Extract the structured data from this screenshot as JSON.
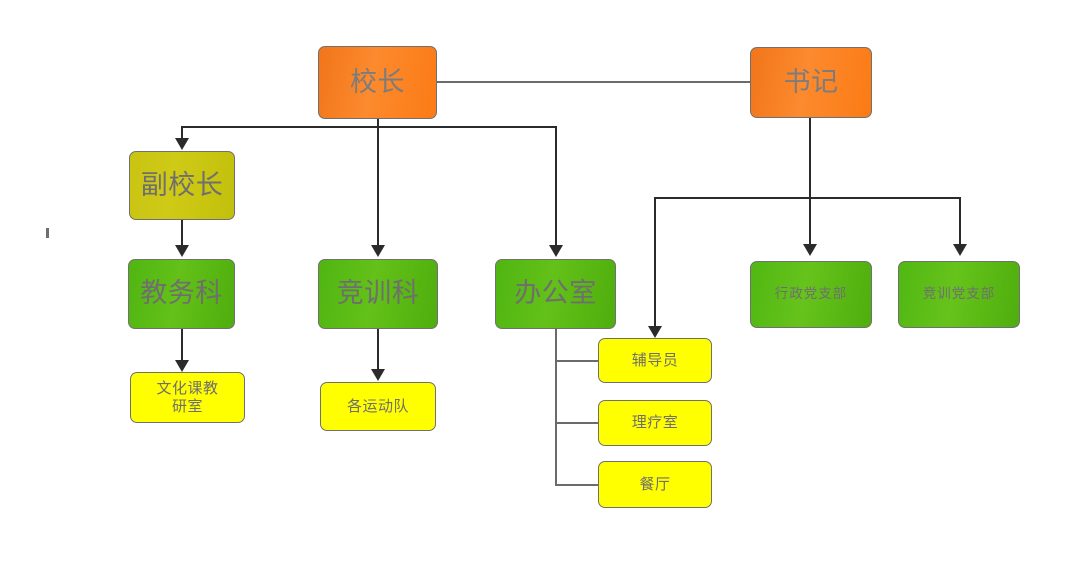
{
  "diagram": {
    "title": "school-organization-chart",
    "background": "#ffffff",
    "palette": {
      "orange": "#fb7b15",
      "olive": "#c9c312",
      "green": "#50b512",
      "yellow": "#ffff00",
      "border": "#70706e",
      "text": "#737373",
      "connector_dark": "#2b2b2b",
      "connector_grey": "#6b6b6b"
    },
    "nodes": {
      "principal": {
        "label": "校长",
        "level": "top",
        "color": "orange"
      },
      "secretary": {
        "label": "书记",
        "level": "top",
        "color": "orange"
      },
      "vice_principal": {
        "label": "副校长",
        "level": "second",
        "color": "olive"
      },
      "academic_affairs": {
        "label": "教务科",
        "level": "third",
        "color": "green"
      },
      "competition_training": {
        "label": "竞训科",
        "level": "third",
        "color": "green"
      },
      "office": {
        "label": "办公室",
        "level": "third",
        "color": "green"
      },
      "admin_party_branch": {
        "label": "行政党支部",
        "level": "third",
        "color": "green"
      },
      "training_party_branch": {
        "label": "竞训党支部",
        "level": "third",
        "color": "green"
      },
      "culture_teaching_room": {
        "label": "文化课教\n研室",
        "level": "fourth",
        "color": "yellow"
      },
      "sports_teams": {
        "label": "各运动队",
        "level": "fourth",
        "color": "yellow"
      },
      "counselor": {
        "label": "辅导员",
        "level": "fourth",
        "color": "yellow"
      },
      "physiotherapy_room": {
        "label": "理疗室",
        "level": "fourth",
        "color": "yellow"
      },
      "canteen": {
        "label": "餐厅",
        "level": "fourth",
        "color": "yellow"
      }
    },
    "edges": [
      {
        "from": "principal",
        "to": "secretary",
        "style": "horizontal-line"
      },
      {
        "from": "principal",
        "to": "vice_principal",
        "style": "elbow-arrow"
      },
      {
        "from": "principal",
        "to": "competition_training",
        "style": "straight-arrow"
      },
      {
        "from": "principal",
        "to": "office",
        "style": "elbow-arrow"
      },
      {
        "from": "vice_principal",
        "to": "academic_affairs",
        "style": "straight-arrow"
      },
      {
        "from": "academic_affairs",
        "to": "culture_teaching_room",
        "style": "straight-arrow"
      },
      {
        "from": "competition_training",
        "to": "sports_teams",
        "style": "straight-arrow"
      },
      {
        "from": "secretary",
        "to": "counselor",
        "style": "elbow-arrow"
      },
      {
        "from": "secretary",
        "to": "admin_party_branch",
        "style": "straight-arrow"
      },
      {
        "from": "secretary",
        "to": "training_party_branch",
        "style": "elbow-arrow"
      },
      {
        "from": "office",
        "to": "counselor",
        "style": "bracket-grey"
      },
      {
        "from": "office",
        "to": "physiotherapy_room",
        "style": "bracket-grey"
      },
      {
        "from": "office",
        "to": "canteen",
        "style": "bracket-grey"
      }
    ],
    "stray_mark": {
      "label": "stray-tick-mark"
    }
  }
}
